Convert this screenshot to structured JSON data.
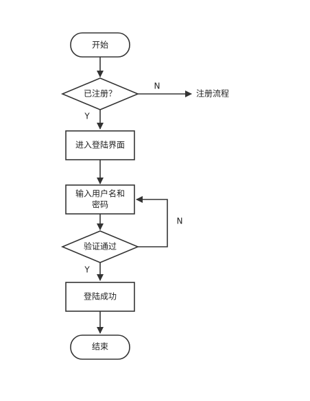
{
  "flowchart": {
    "nodes": {
      "start": {
        "label": "开始",
        "shape": "terminal"
      },
      "registered": {
        "label": "已注册？",
        "shape": "decision"
      },
      "register_flow": {
        "label": "注册流程",
        "shape": "text"
      },
      "login_page": {
        "label": "进入登陆界面",
        "shape": "process"
      },
      "input_credentials": {
        "line1": "输入用户名和",
        "line2": "密码",
        "shape": "process"
      },
      "verify": {
        "label": "验证通过",
        "shape": "decision"
      },
      "login_success": {
        "label": "登陆成功",
        "shape": "process"
      },
      "end": {
        "label": "结束",
        "shape": "terminal"
      }
    },
    "edges": {
      "registered_no": {
        "from": "registered",
        "to": "register_flow",
        "label": "N"
      },
      "registered_yes": {
        "from": "registered",
        "to": "login_page",
        "label": "Y"
      },
      "verify_no": {
        "from": "verify",
        "to": "input_credentials",
        "label": "N"
      },
      "verify_yes": {
        "from": "verify",
        "to": "login_success",
        "label": "Y"
      },
      "start_to_registered": {
        "from": "start",
        "to": "registered",
        "label": ""
      },
      "login_to_input": {
        "from": "login_page",
        "to": "input_credentials",
        "label": ""
      },
      "input_to_verify": {
        "from": "input_credentials",
        "to": "verify",
        "label": ""
      },
      "success_to_end": {
        "from": "login_success",
        "to": "end",
        "label": ""
      }
    },
    "colors": {
      "stroke": "#333333",
      "fill": "#ffffff",
      "text": "#222222"
    }
  }
}
